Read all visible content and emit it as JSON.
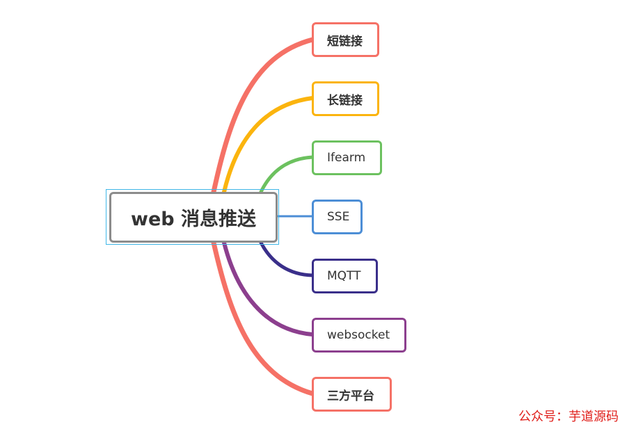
{
  "central": {
    "label": "web 消息推送"
  },
  "branches": [
    {
      "label": "短链接",
      "color": "#f57166"
    },
    {
      "label": "长链接",
      "color": "#fbb40e"
    },
    {
      "label": "Ifearm",
      "color": "#6cc15f"
    },
    {
      "label": "SSE",
      "color": "#4c8ed6"
    },
    {
      "label": "MQTT",
      "color": "#3a2f8a"
    },
    {
      "label": "websocket",
      "color": "#8c3f8e"
    },
    {
      "label": "三方平台",
      "color": "#f57166"
    }
  ],
  "selection_color": "#3fb7e8",
  "watermark": "公众号：芋道源码"
}
